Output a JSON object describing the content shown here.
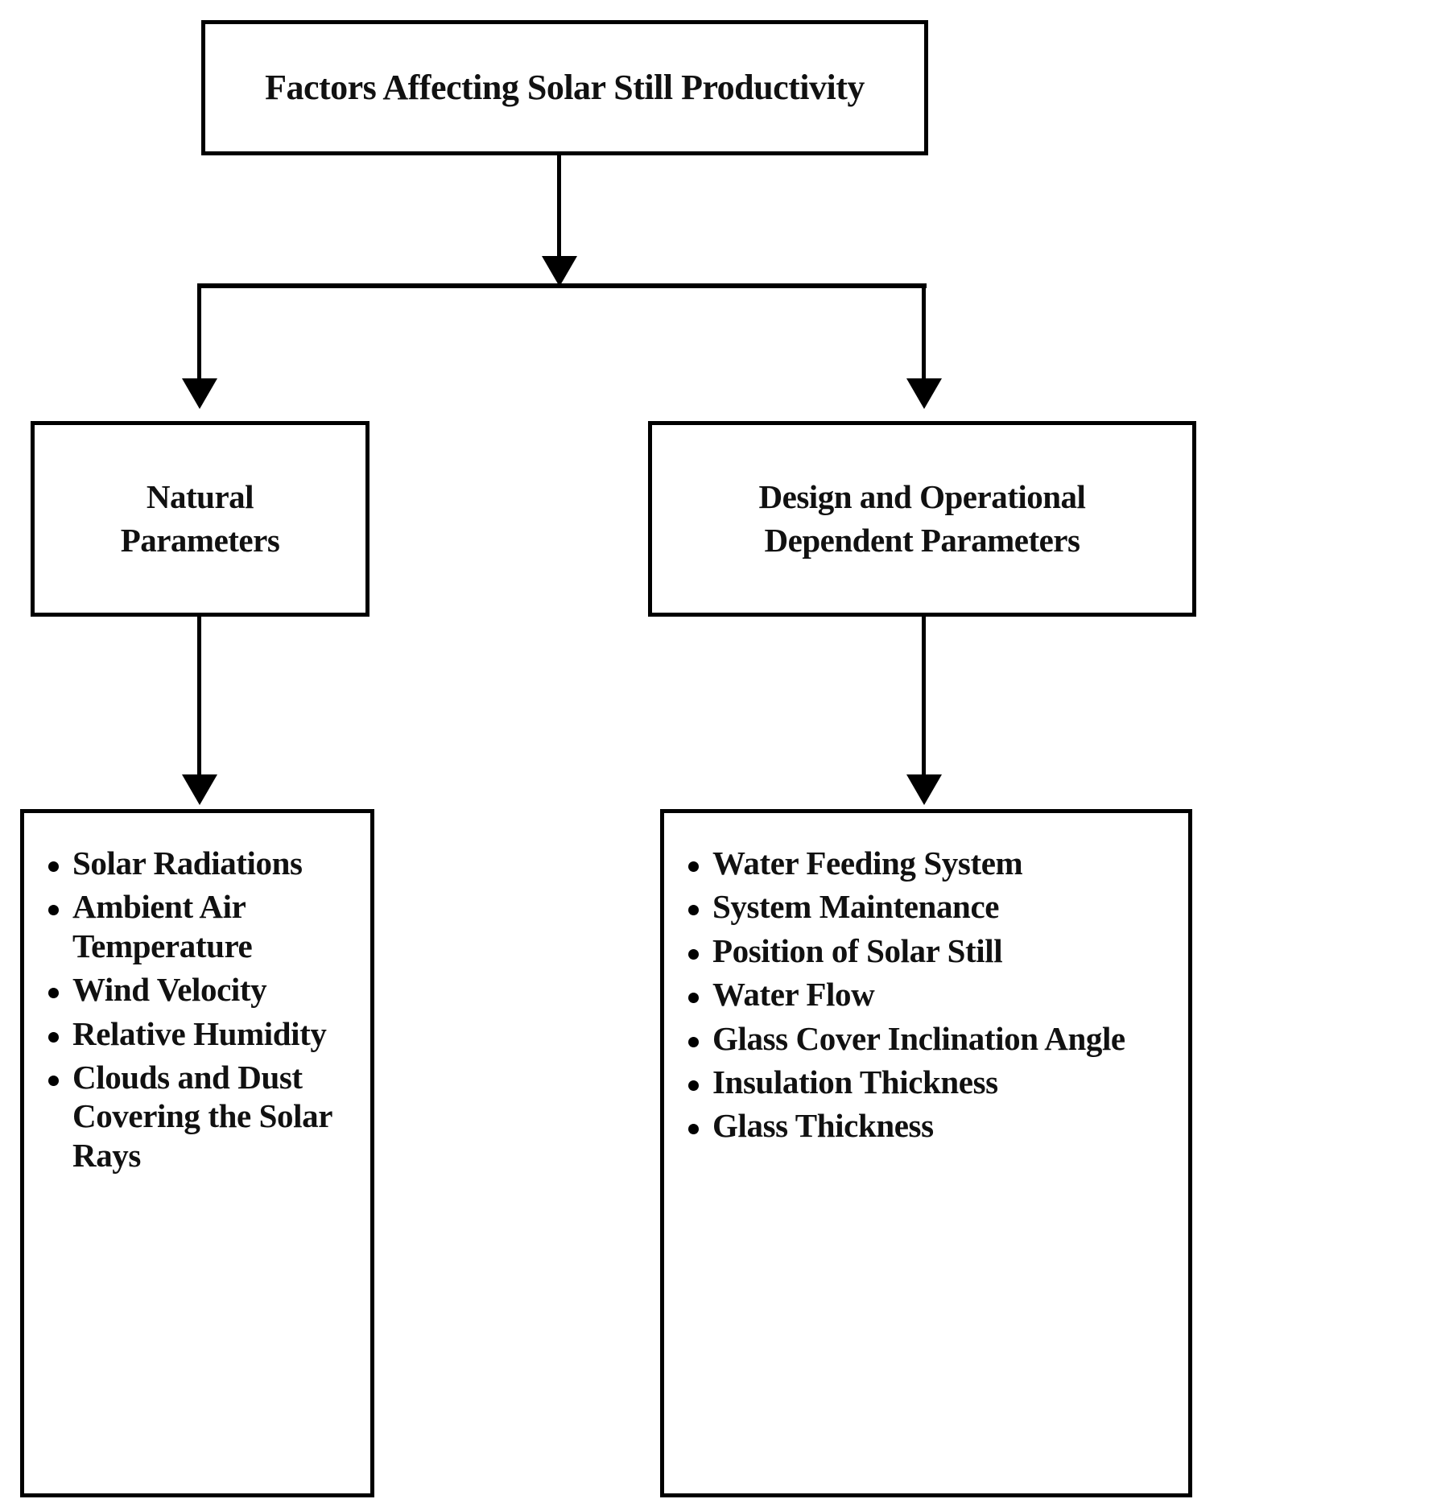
{
  "diagram": {
    "root": {
      "label": "Factors Affecting Solar Still Productivity"
    },
    "branches": [
      {
        "id": "natural",
        "heading_line1": "Natural",
        "heading_line2": "Parameters",
        "items": [
          "Solar Radiations",
          "Ambient Air Temperature",
          "Wind Velocity",
          "Relative Humidity",
          "Clouds and Dust Covering the Solar Rays"
        ]
      },
      {
        "id": "design",
        "heading_line1": "Design and Operational",
        "heading_line2": "Dependent Parameters",
        "items": [
          "Water Feeding System",
          "System Maintenance",
          "Position of Solar Still",
          "Water Flow",
          "Glass Cover Inclination Angle",
          "Insulation Thickness",
          "Glass Thickness"
        ]
      }
    ],
    "colors": {
      "stroke": "#000000",
      "text": "#111111",
      "background": "#ffffff"
    }
  }
}
